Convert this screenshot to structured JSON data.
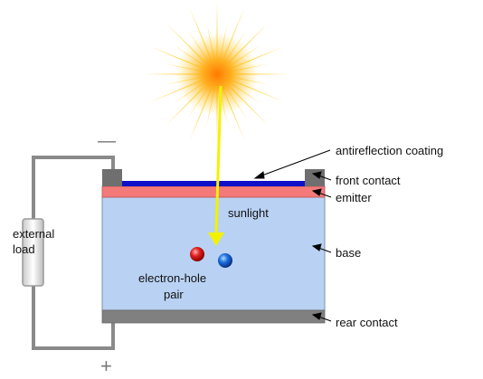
{
  "labels": {
    "antireflection": "antireflection coating",
    "front_contact": "front contact",
    "emitter": "emitter",
    "base": "base",
    "rear_contact": "rear contact",
    "sunlight": "sunlight",
    "electron_hole_line1": "electron-hole",
    "electron_hole_line2": "pair",
    "external_load_line1": "external",
    "external_load_line2": "load",
    "minus": "—",
    "plus": "+"
  },
  "colors": {
    "sun_core": "#ff8a00",
    "sun_rays": "#ffd23a",
    "light_arrow": "#f2f200",
    "antireflection": "#1010c8",
    "emitter": "#f47a7a",
    "base": "#b9d2f3",
    "contacts": "#808080",
    "electron": "#e02020",
    "hole": "#1a6fe0",
    "wire": "#8a8a8a",
    "load": "#e8e8e8"
  }
}
